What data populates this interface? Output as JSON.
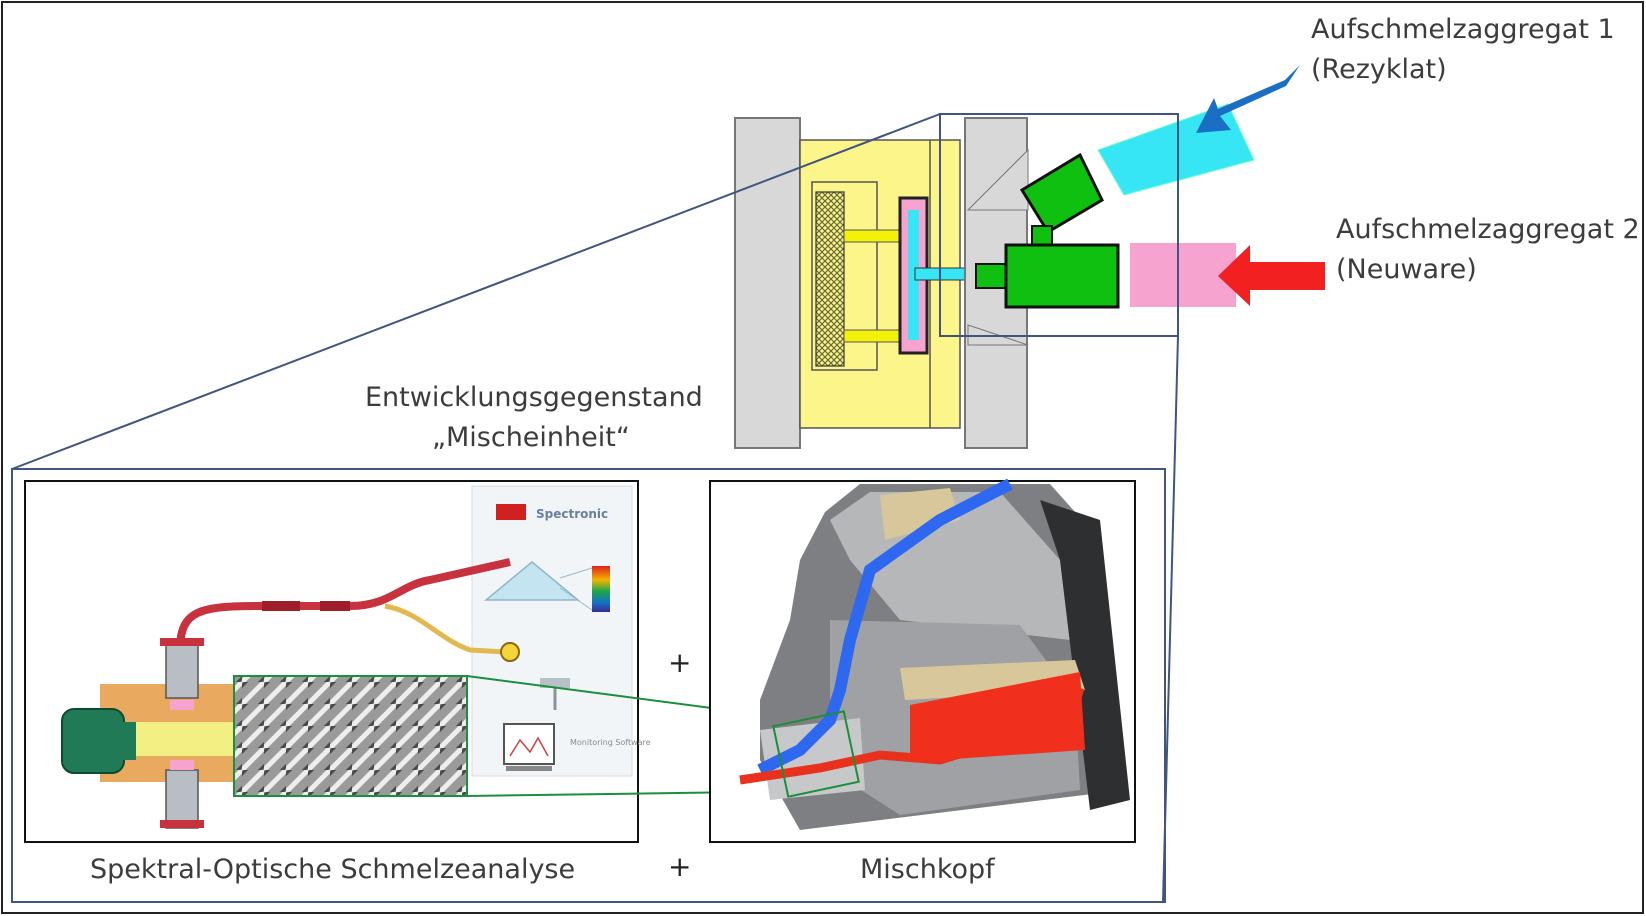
{
  "machine": {
    "unit1_label_line1": "Aufschmelzaggregat 1",
    "unit1_label_line2": "(Rezyklat)",
    "unit2_label_line1": "Aufschmelzaggregat 2",
    "unit2_label_line2": "(Neuware)",
    "subject_line1": "Entwicklungsgegenstand",
    "subject_line2": "„Mischeinheit“"
  },
  "panels": {
    "left_caption": "Spektral-Optische Schmelzeanalyse",
    "right_caption": "Mischkopf",
    "plus_middle": "+",
    "plus_bottom": "+",
    "spectronic_logo_text": "Spectronic",
    "software_text": "Monitoring Software"
  },
  "colors": {
    "mold_yellow": "#fbf58a",
    "plate_gray": "#d8d8d8",
    "unit_green": "#10c010",
    "recyclate_cyan": "#36e6f5",
    "virgin_pink": "#f7a3cf",
    "arrow_blue": "#1a6fc4",
    "arrow_red": "#f22020",
    "frame_blue": "#41557f"
  }
}
